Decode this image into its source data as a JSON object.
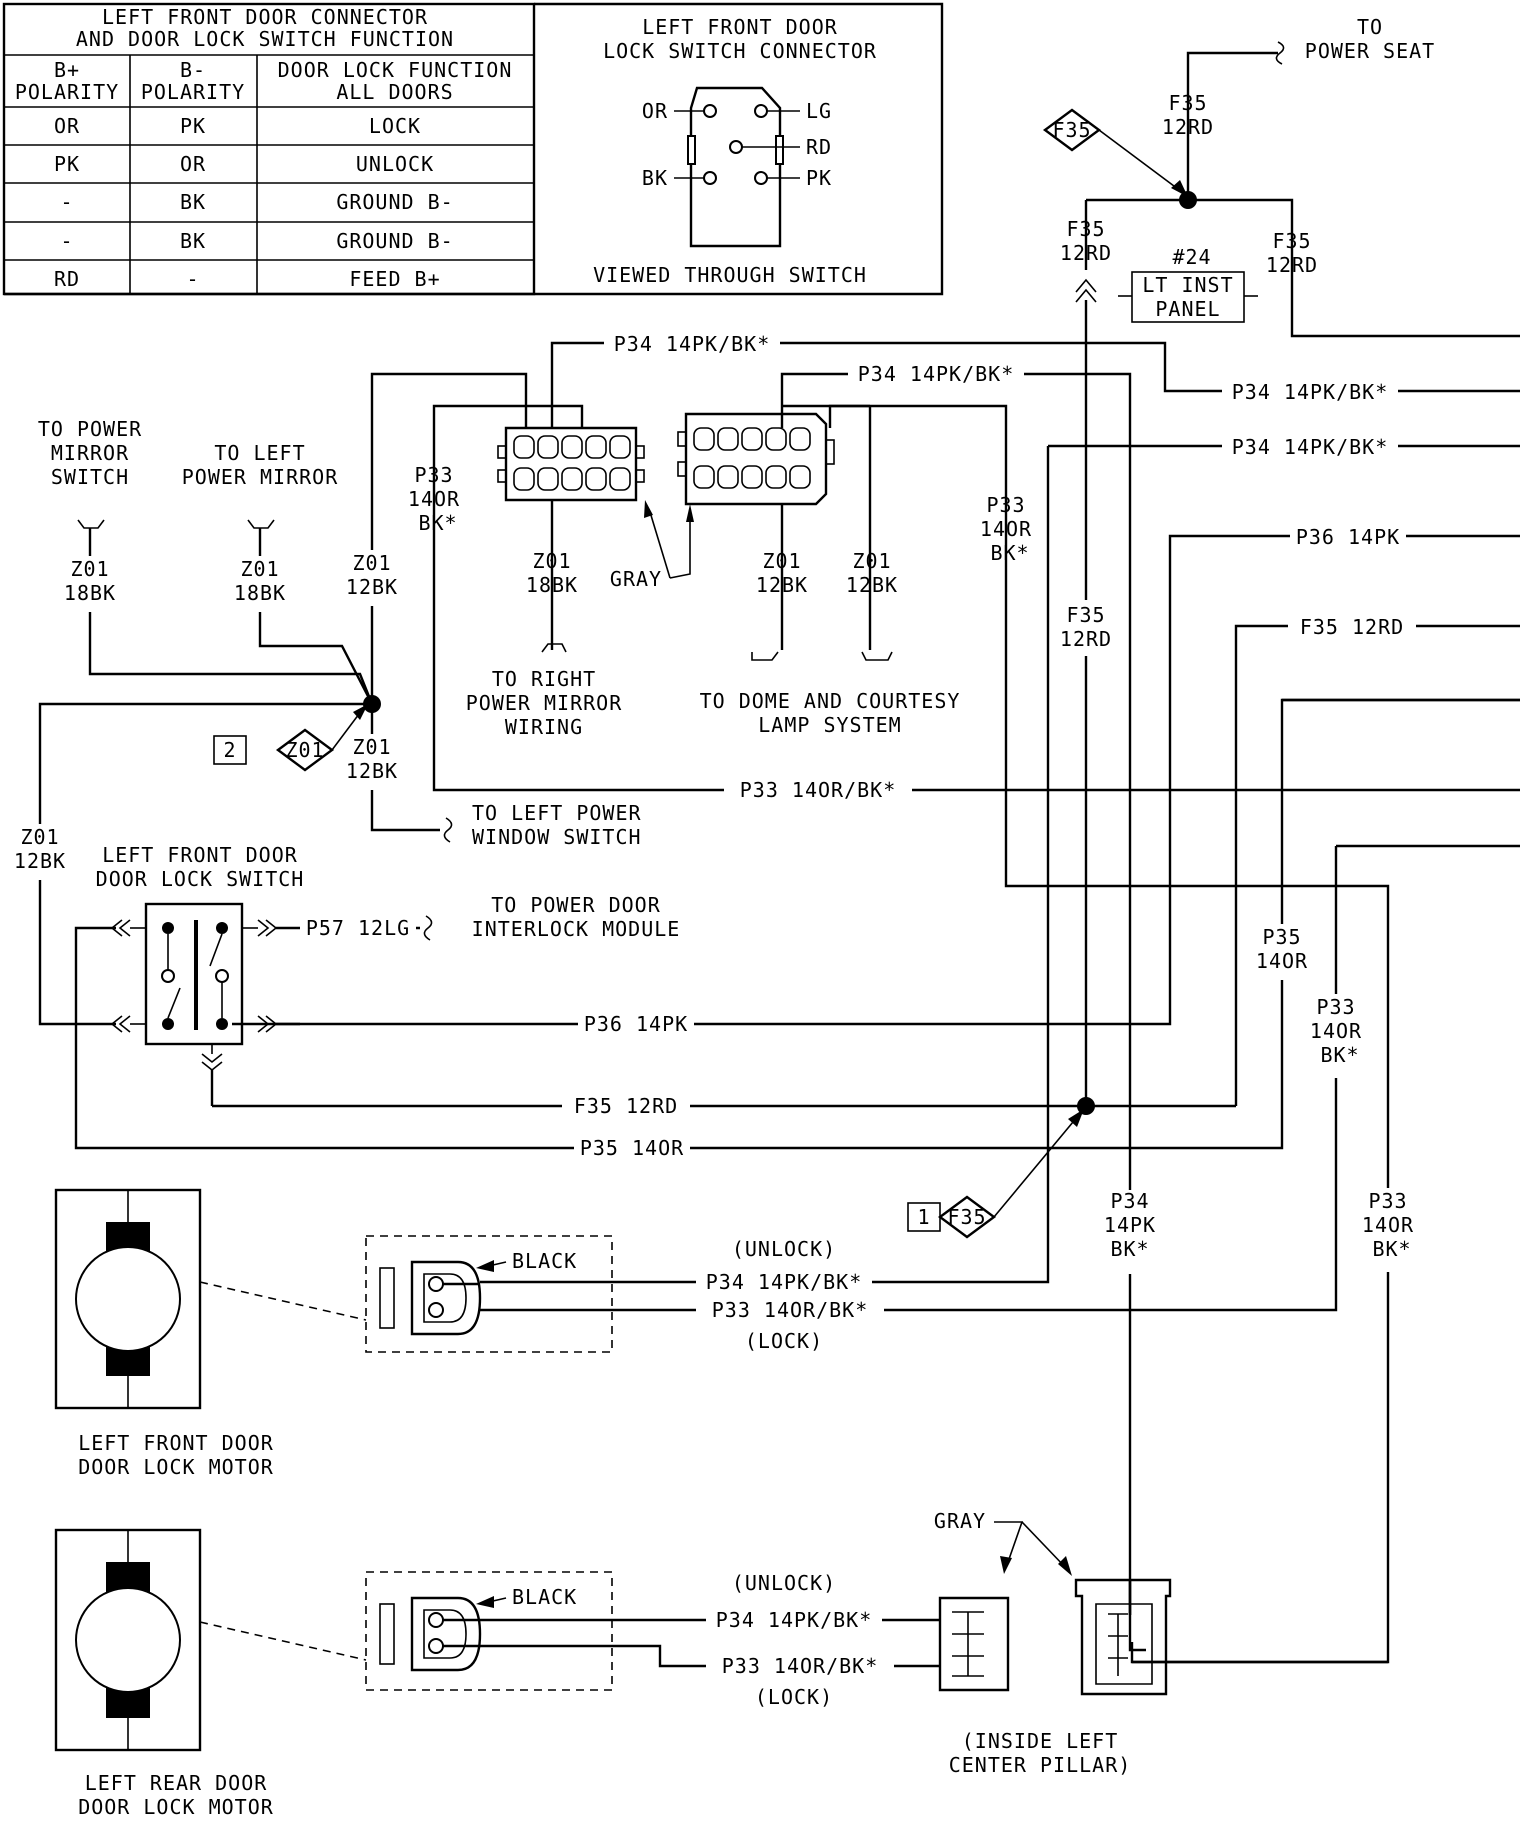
{
  "table": {
    "title1": "LEFT FRONT DOOR CONNECTOR",
    "title2": "AND DOOR LOCK SWITCH FUNCTION",
    "col1_l1": "B+",
    "col1_l2": "POLARITY",
    "col2_l1": "B-",
    "col2_l2": "POLARITY",
    "col3_l1": "DOOR LOCK FUNCTION",
    "col3_l2": "ALL DOORS",
    "rows": [
      [
        "OR",
        "PK",
        "LOCK"
      ],
      [
        "PK",
        "OR",
        "UNLOCK"
      ],
      [
        "-",
        "BK",
        "GROUND B-"
      ],
      [
        "-",
        "BK",
        "GROUND B-"
      ],
      [
        "RD",
        "-",
        "FEED B+"
      ]
    ]
  },
  "switch_connector": {
    "title1": "LEFT FRONT DOOR",
    "title2": "LOCK SWITCH CONNECTOR",
    "pin_or": "OR",
    "pin_lg": "LG",
    "pin_rd": "RD",
    "pin_bk": "BK",
    "pin_pk": "PK",
    "caption": "VIEWED THROUGH SWITCH"
  },
  "labels": {
    "to_power_seat_1": "TO",
    "to_power_seat_2": "POWER SEAT",
    "f35": "F35",
    "rd12": "12RD",
    "f35_12rd": "F35 12RD",
    "cav24": "#24",
    "lt_inst": "LT INST",
    "panel": "PANEL",
    "p34_14pkbk": "P34 14PK/BK*",
    "p36_14pk": "P36 14PK",
    "p33_14orbk": "P33 14OR/BK*",
    "p35_14or": "P35 14OR",
    "p33": "P33",
    "or14": "14OR",
    "bk_star": "BK*",
    "p35": "P35",
    "p34": "P34",
    "pk14": "14PK",
    "z01": "Z01",
    "bk18": "18BK",
    "bk12": "12BK",
    "gray": "GRAY",
    "black": "BLACK",
    "unlock": "(UNLOCK)",
    "lock": "(LOCK)",
    "mirror_sw_1": "TO POWER",
    "mirror_sw_2": "MIRROR",
    "mirror_sw_3": "SWITCH",
    "left_mirror_1": "TO LEFT",
    "left_mirror_2": "POWER MIRROR",
    "right_mirror_1": "TO RIGHT",
    "right_mirror_2": "POWER MIRROR",
    "right_mirror_3": "WIRING",
    "dome_1": "TO DOME AND COURTESY",
    "dome_2": "LAMP SYSTEM",
    "window_sw_1": "TO LEFT POWER",
    "window_sw_2": "WINDOW SWITCH",
    "interlock_1": "TO POWER DOOR",
    "interlock_2": "INTERLOCK MODULE",
    "p57": "P57 12LG",
    "lf_switch_1": "LEFT FRONT DOOR",
    "lf_switch_2": "DOOR LOCK SWITCH",
    "lf_motor_1": "LEFT FRONT DOOR",
    "lf_motor_2": "DOOR LOCK MOTOR",
    "lr_motor_1": "LEFT REAR DOOR",
    "lr_motor_2": "DOOR LOCK MOTOR",
    "pillar_1": "(INSIDE LEFT",
    "pillar_2": "CENTER PILLAR)",
    "splice_1": "1",
    "splice_2": "2"
  }
}
